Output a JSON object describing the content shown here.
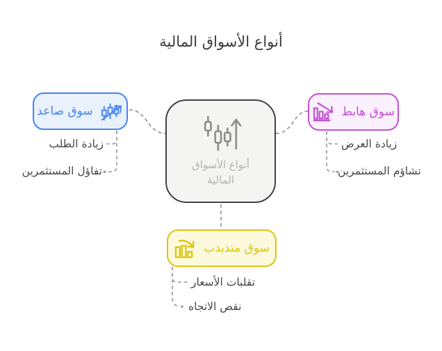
{
  "title": "أنواع الأسواق المالية",
  "center": {
    "label": "أنواع الأسواق المالية",
    "icon": "candlestick-trend-up-icon"
  },
  "nodes": {
    "bull": {
      "label": "سوق صاعد",
      "icon": "candles-up-arrow-icon",
      "children": [
        "زيادة الطلب",
        "تفاؤل المستثمرين"
      ]
    },
    "bear": {
      "label": "سوق هابط",
      "icon": "bars-down-arrow-icon",
      "children": [
        "زيادة العرض",
        "تشاؤم المستثمرين"
      ]
    },
    "volatile": {
      "label": "سوق متذبذب",
      "icon": "bars-fluctuation-arrow-icon",
      "children": [
        "تقلبات الأسعار",
        "نقص الاتجاه"
      ]
    }
  },
  "colors": {
    "title_text": "#3a3a3a",
    "label_text": "#474747",
    "connector": "#9a9a9a",
    "center_border": "#3f4245",
    "center_bg": "#f4f4f3",
    "center_text": "#b2b2b2",
    "center_icon": "#8f8f8f",
    "bull": "#4585ee",
    "bull_bg": "#e9f1fd",
    "bear": "#c44fd6",
    "bear_bg": "#fbf0fd",
    "volatile": "#ddc50f",
    "volatile_bg": "#fdf9dc"
  }
}
